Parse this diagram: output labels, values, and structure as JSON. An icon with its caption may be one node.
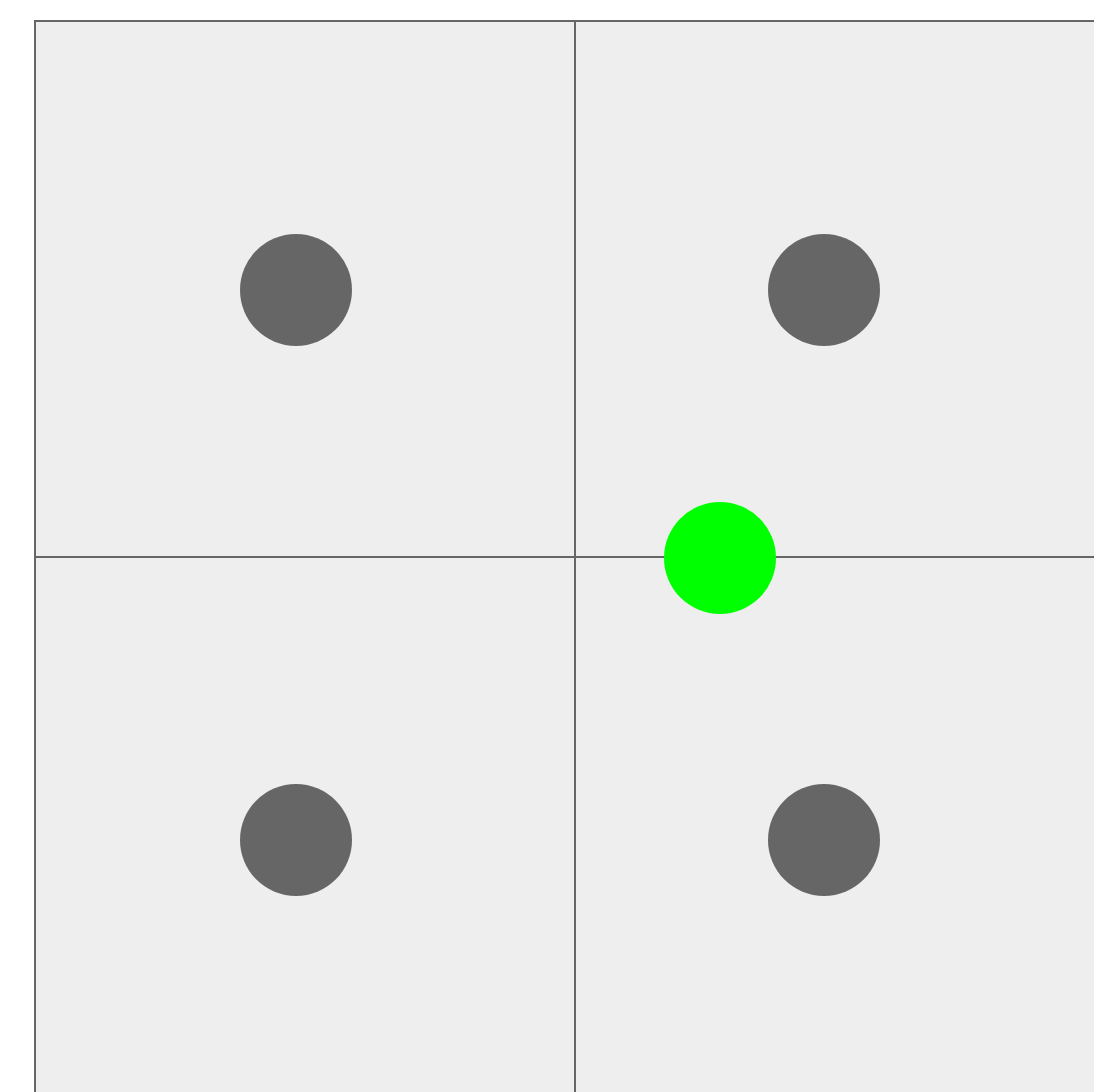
{
  "diagram": {
    "nodes": [
      {
        "text": [],
        "shape": "box"
      },
      {
        "text": [],
        "shape": "box"
      },
      {
        "text": [],
        "shape": "box"
      },
      {
        "text": [],
        "shape": "box"
      },
      {
        "text": [],
        "shape": "circle",
        "in": 0
      },
      {
        "text": [],
        "shape": "circle",
        "in": 1
      },
      {
        "text": [],
        "shape": "circle",
        "in": 2
      },
      {
        "text": [],
        "shape": "circle",
        "in": 3
      },
      {
        "text": [],
        "shape": "circle"
      }
    ]
  }
}
